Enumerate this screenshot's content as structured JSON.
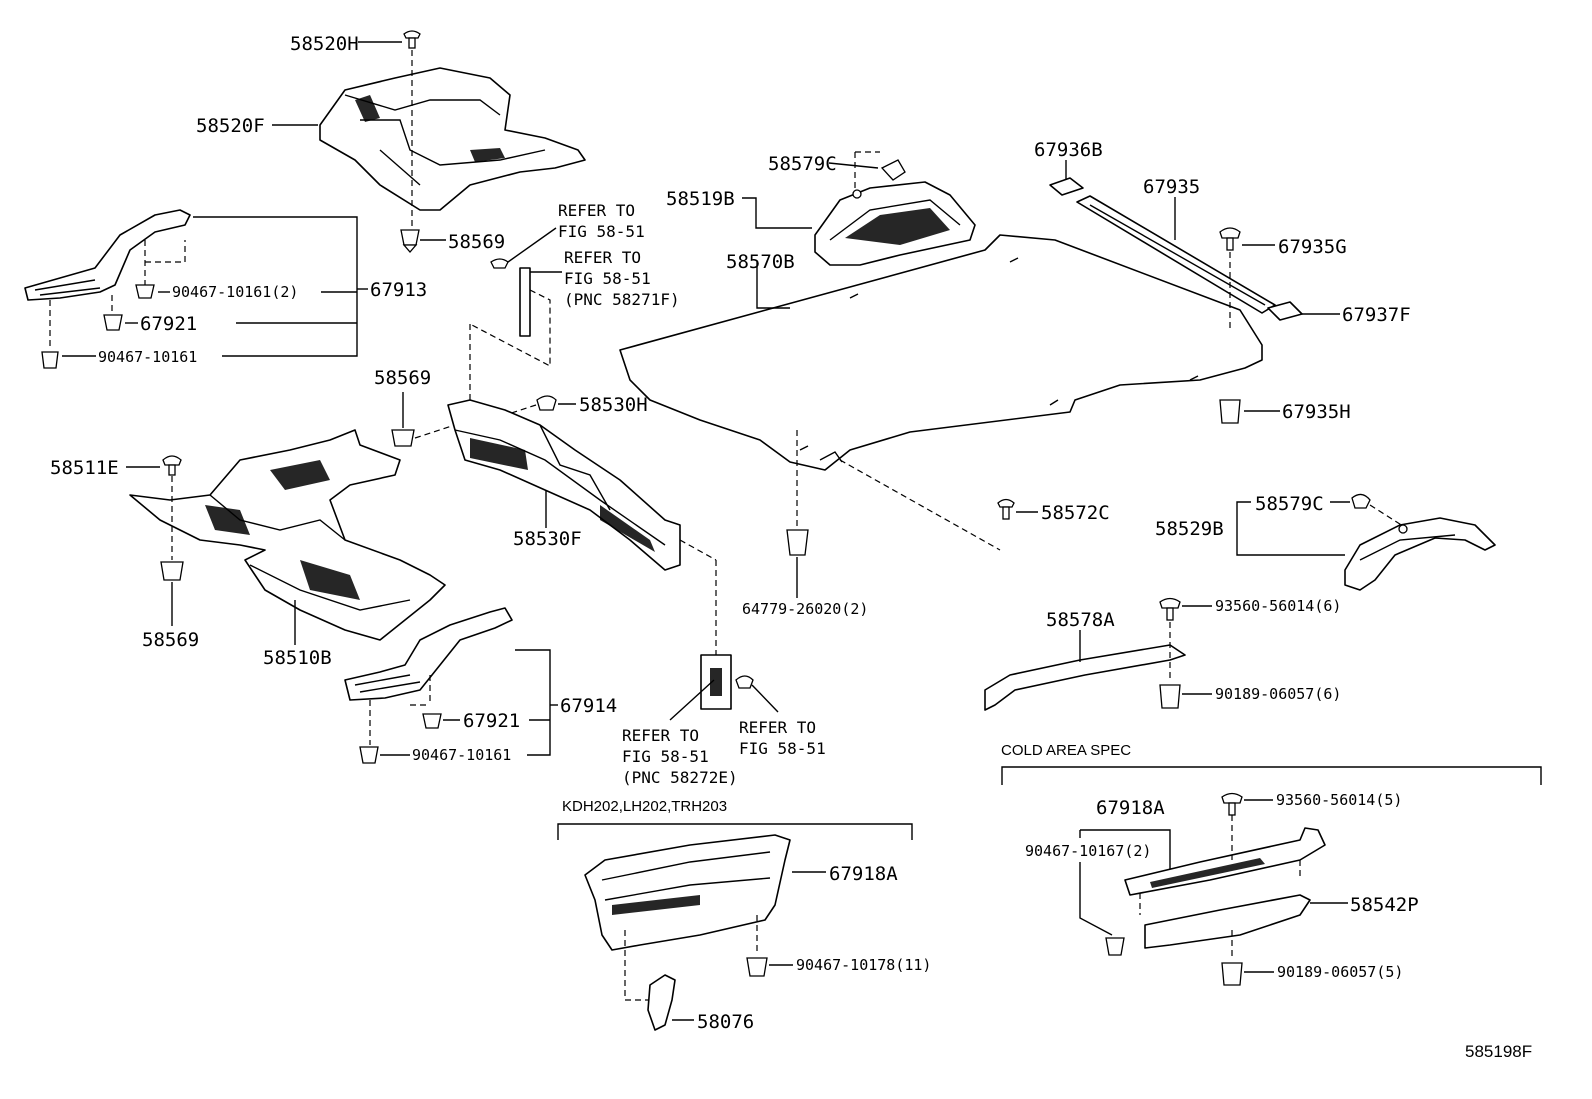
{
  "labels": {
    "p58520H": "58520H",
    "p58520F": "58520F",
    "p58569a": "58569",
    "p58569b": "58569",
    "p58569c": "58569",
    "p67913": "67913",
    "p90467_2a": "90467-10161(2)",
    "p67921a": "67921",
    "p90467a": "90467-10161",
    "p58511E": "58511E",
    "p58510B": "58510B",
    "p58530H": "58530H",
    "p58530F": "58530F",
    "p67914": "67914",
    "p67921b": "67921",
    "p90467b": "90467-10161",
    "p58579C_a": "58579C",
    "p58519B": "58519B",
    "p58570B": "58570B",
    "p64779": "64779-26020(2)",
    "p58572C": "58572C",
    "p67936B": "67936B",
    "p67935": "67935",
    "p67935G": "67935G",
    "p67937F": "67937F",
    "p67935H": "67935H",
    "p58579C_b": "58579C",
    "p58529B": "58529B",
    "p58578A": "58578A",
    "p93560_6": "93560-56014(6)",
    "p90189_6": "90189-06057(6)",
    "p67918A_a": "67918A",
    "p90467_11": "90467-10178(11)",
    "p58076": "58076",
    "p67918A_b": "67918A",
    "p90467_167": "90467-10167(2)",
    "p93560_5": "93560-56014(5)",
    "p58542P": "58542P",
    "p90189_5": "90189-06057(5)"
  },
  "notes": {
    "refer1_l1": "REFER TO",
    "refer1_l2": "FIG 58-51",
    "refer2_l1": "REFER TO",
    "refer2_l2": "FIG 58-51",
    "refer2_l3": "(PNC 58271F)",
    "refer3_l1": "REFER TO",
    "refer3_l2": "FIG 58-51",
    "refer3_l3": "(PNC 58272E)",
    "refer4_l1": "REFER TO",
    "refer4_l2": "FIG 58-51"
  },
  "sections": {
    "models": "KDH202,LH202,TRH203",
    "cold": "COLD AREA SPEC"
  },
  "figure_id": "585198F"
}
